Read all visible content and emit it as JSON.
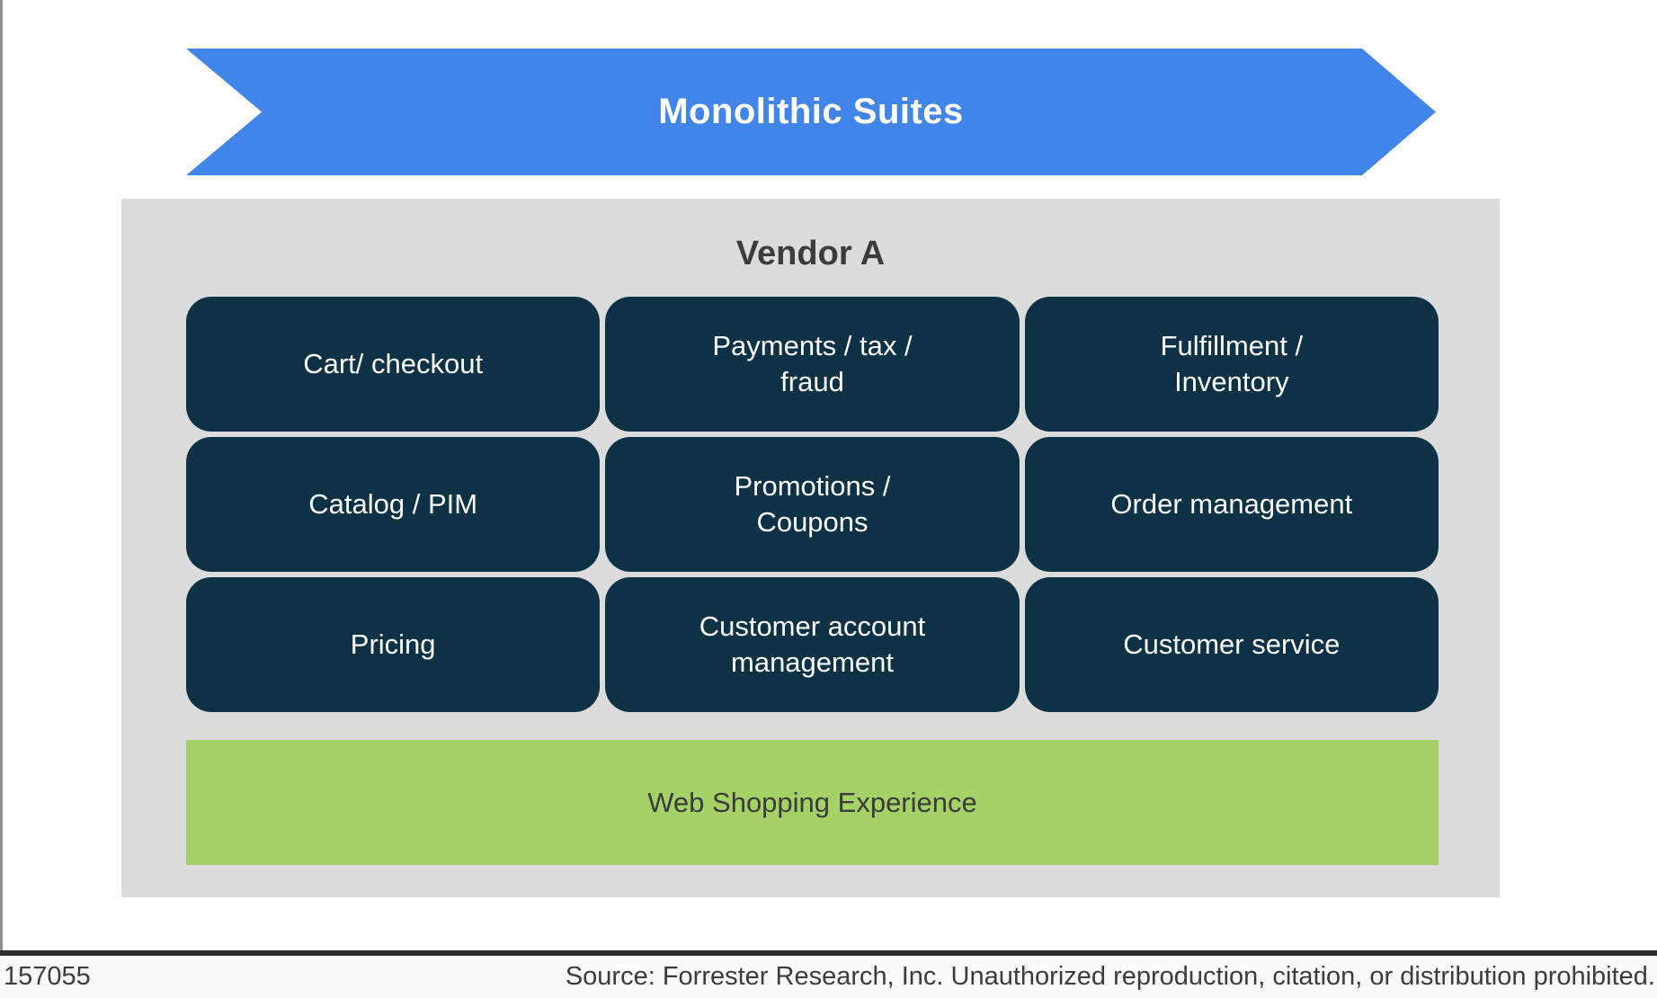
{
  "banner": {
    "label": "Monolithic Suites"
  },
  "panel": {
    "title": "Vendor A",
    "modules": [
      "Cart/ checkout",
      "Payments / tax /\nfraud",
      "Fulfillment /\nInventory",
      "Catalog / PIM",
      "Promotions /\nCoupons",
      "Order management",
      "Pricing",
      "Customer account\nmanagement",
      "Customer service"
    ],
    "experience_bar": "Web Shopping Experience"
  },
  "footer": {
    "doc_number": "157055",
    "source": "Source: Forrester Research, Inc. Unauthorized reproduction, citation, or distribution prohibited."
  },
  "colors": {
    "banner_blue": "#4285e8",
    "module_navy": "#0d3145",
    "experience_green": "#a5d267",
    "panel_gray": "#dcdcdc"
  }
}
